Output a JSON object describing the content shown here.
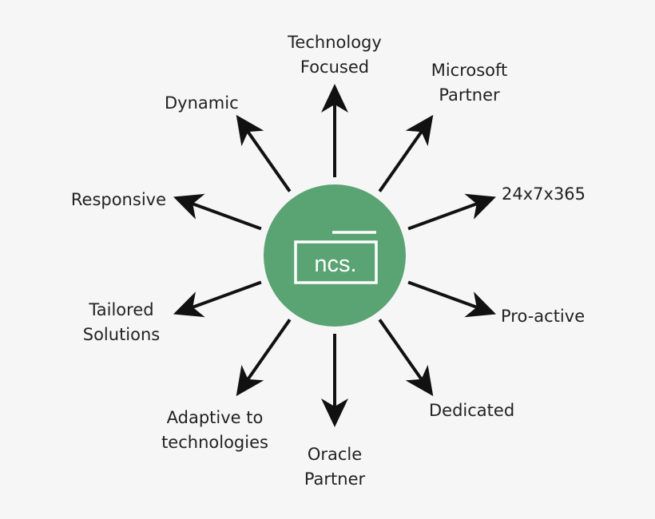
{
  "colors": {
    "background": "#f6f6f6",
    "hub": "#5aa373",
    "arrow": "#111111",
    "logo_outline": "#ffffff",
    "label_text": "#222222"
  },
  "hub": {
    "logo_text": "ncs."
  },
  "labels": [
    {
      "id": "technology-focused",
      "lines": [
        "Technology",
        "Focused"
      ]
    },
    {
      "id": "microsoft-partner",
      "lines": [
        "Microsoft",
        "Partner"
      ]
    },
    {
      "id": "24x7x365",
      "lines": [
        "24x7x365"
      ]
    },
    {
      "id": "pro-active",
      "lines": [
        "Pro-active"
      ]
    },
    {
      "id": "dedicated",
      "lines": [
        "Dedicated"
      ]
    },
    {
      "id": "oracle-partner",
      "lines": [
        "Oracle",
        "Partner"
      ]
    },
    {
      "id": "adaptive-to-technologies",
      "lines": [
        "Adaptive to",
        "technologies"
      ]
    },
    {
      "id": "tailored-solutions",
      "lines": [
        "Tailored",
        "Solutions"
      ]
    },
    {
      "id": "responsive",
      "lines": [
        "Responsive"
      ]
    },
    {
      "id": "dynamic",
      "lines": [
        "Dynamic"
      ]
    }
  ]
}
